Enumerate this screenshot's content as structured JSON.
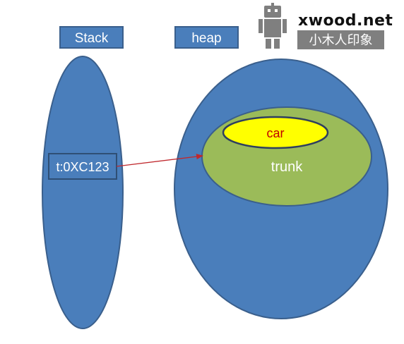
{
  "diagram": {
    "stack_label": "Stack",
    "heap_label": "heap",
    "reference_label": "t:0XC123",
    "outer_object_label": "trunk",
    "inner_object_label": "car"
  },
  "watermark": {
    "brand_text": "xwood.net",
    "subtitle_text": "小木人印象",
    "icon": "robot-icon"
  },
  "colors": {
    "region_fill": "#4a7ebb",
    "region_stroke": "#3a5f8c",
    "outer_object_fill": "#9bbb59",
    "inner_object_fill": "#ffff00",
    "arrow": "#c0282d",
    "inner_text": "#c00000",
    "label_text": "#ffffff"
  }
}
